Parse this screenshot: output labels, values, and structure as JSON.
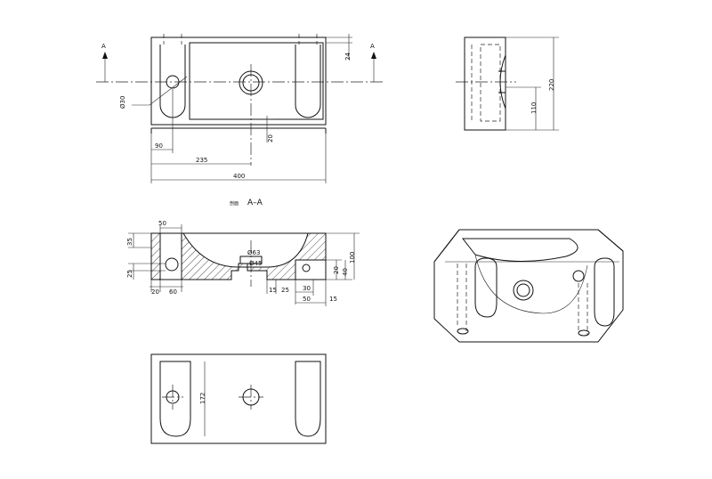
{
  "section_title": {
    "prefix": "剖面",
    "label": "A–A"
  },
  "top_view": {
    "section_mark_left": "A",
    "section_mark_right": "A",
    "dim_hole_diameter": "Ø30",
    "dim_90": "90",
    "dim_235": "235",
    "dim_400": "400",
    "dim_20": "20",
    "dim_24": "24"
  },
  "side_view": {
    "dim_220": "220",
    "dim_110": "110"
  },
  "section_view": {
    "dim_50_top": "50",
    "dim_35": "35",
    "dim_25": "25",
    "dim_20": "20",
    "dim_60": "60",
    "dim_phi63": "Ø63",
    "dim_phi45": "Ø45",
    "dim_15_a": "15",
    "dim_25_b": "25",
    "dim_30": "30",
    "dim_50_bottom": "50",
    "dim_15_b": "15",
    "dim_20_right": "20",
    "dim_40": "40",
    "dim_100": "100"
  },
  "bottom_view": {
    "dim_172": "172"
  }
}
